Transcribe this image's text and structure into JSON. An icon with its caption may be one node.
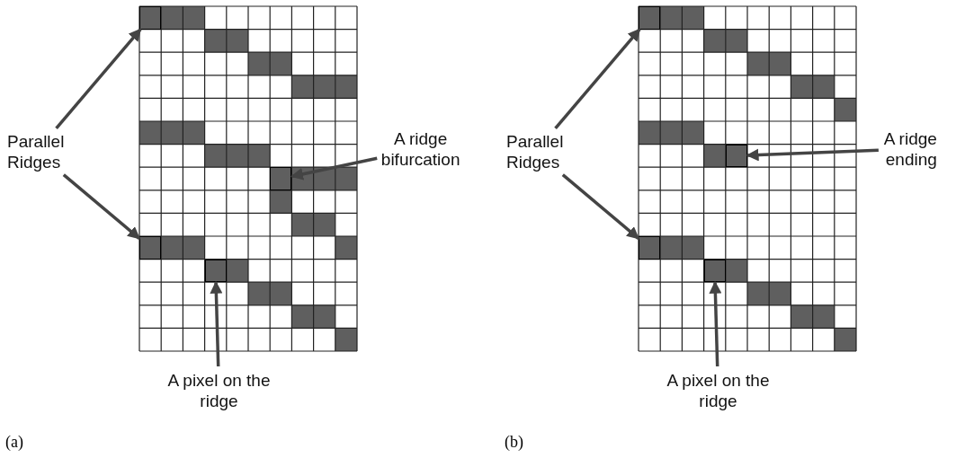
{
  "diagram": {
    "nodes": [
      {
        "text": [
          "Parallel Ridges"
        ]
      },
      {
        "text": [],
        "shape": "box"
      },
      {
        "text": [],
        "shape": "box"
      },
      {
        "text": [
          "A ridge bifurcation"
        ]
      },
      {
        "text": [],
        "shape": "box"
      },
      {
        "text": [],
        "shape": "box"
      },
      {
        "text": [
          "A pixel on the ridge"
        ]
      },
      {
        "text": [
          "Parallel Ridges"
        ]
      },
      {
        "text": [],
        "shape": "box"
      },
      {
        "text": [],
        "shape": "box"
      },
      {
        "text": [
          "A ridge ending"
        ]
      },
      {
        "text": [],
        "shape": "box"
      },
      {
        "text": [],
        "shape": "box"
      },
      {
        "text": [
          "A pixel on the ridge"
        ]
      }
    ],
    "edges": [
      {
        "from": 0,
        "to": 1,
        "arrow": "to"
      },
      {
        "from": 0,
        "to": 2,
        "arrow": "to"
      },
      {
        "from": 3,
        "to": 4,
        "arrow": "to"
      },
      {
        "from": 6,
        "to": 5,
        "arrow": "to"
      },
      {
        "from": 7,
        "to": 8,
        "arrow": "to"
      },
      {
        "from": 7,
        "to": 9,
        "arrow": "to"
      },
      {
        "from": 10,
        "to": 11,
        "arrow": "to"
      },
      {
        "from": 13,
        "to": 12,
        "arrow": "to"
      }
    ],
    "labels": [
      "(a)",
      "(b)"
    ]
  }
}
